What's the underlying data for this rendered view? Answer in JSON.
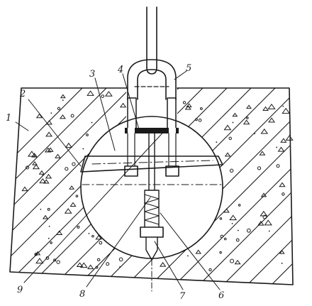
{
  "figure": {
    "labels": {
      "l1": "1",
      "l2": "2",
      "l3": "3",
      "l4": "4",
      "l5": "5",
      "l6": "6",
      "l7": "7",
      "l8": "8",
      "l9": "9"
    }
  },
  "colors": {
    "ink": "#1a1a1a",
    "background": "#ffffff"
  }
}
